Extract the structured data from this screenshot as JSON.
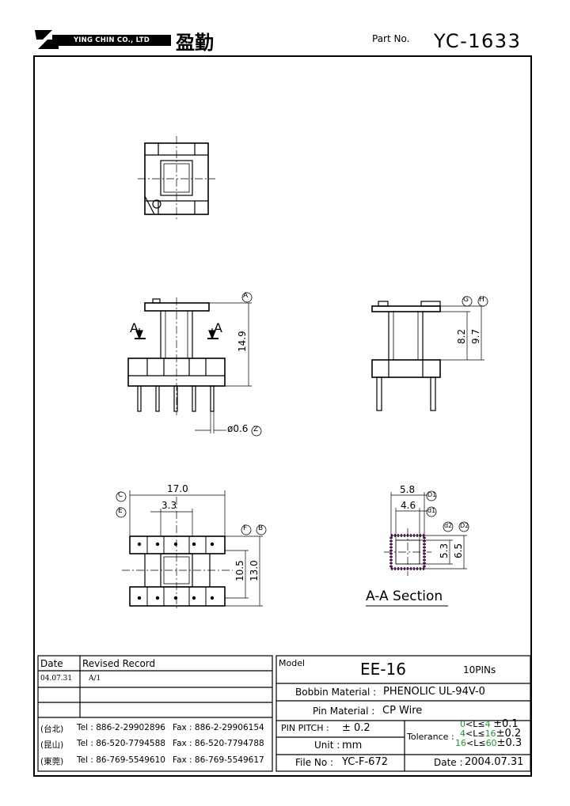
{
  "header": {
    "company": "YING CHIN CO., LTD",
    "company_cn": "盈勤",
    "part_no_label": "Part No.",
    "part_no_value": "YC-1633"
  },
  "dims": {
    "a": "A",
    "h149": "14.9",
    "phi06": "ø0.6",
    "z": "Z",
    "h82": "8.2",
    "h97": "9.7",
    "g": "G",
    "hh": "H",
    "w170": "17.0",
    "w33": "3.3",
    "c": "C",
    "e": "E",
    "f": "F",
    "b": "B",
    "h105": "10.5",
    "h130": "13.0",
    "w58": "5.8",
    "w46": "4.6",
    "D1": "D1",
    "d1": "d1",
    "d2": "d2",
    "D2": "D2",
    "h53": "5.3",
    "h65": "6.5",
    "section": "A-A Section"
  },
  "revision": {
    "date_header": "Date",
    "record_header": "Revised Record",
    "rows": [
      {
        "date": "04.07.31",
        "record": "A/1"
      }
    ]
  },
  "contacts": [
    {
      "loc": "(台北)",
      "tel": "Tel : 886-2-29902896",
      "fax": "Fax : 886-2-29906154"
    },
    {
      "loc": "(昆山)",
      "tel": "Tel : 86-520-7794588",
      "fax": "Fax : 86-520-7794788"
    },
    {
      "loc": "(東莞)",
      "tel": "Tel : 86-769-5549610",
      "fax": "Fax : 86-769-5549617"
    }
  ],
  "spec": {
    "model_label": "Model",
    "model_value": "EE-16",
    "pins": "10PINs",
    "bobbin_label": "Bobbin  Material :",
    "bobbin_value": "PHENOLIC UL-94V-0",
    "pin_label": "Pin  Material :",
    "pin_value": "CP Wire",
    "pitch_label": "PIN  PITCH :",
    "pitch_value": "± 0.2",
    "unit_label": "Unit :",
    "unit_value": "mm",
    "file_label": "File  No :",
    "file_value": "YC-F-672",
    "date_label": "Date :",
    "date_value": "2004.07.31",
    "tolerance_label": "Tolerance :",
    "tol": [
      {
        "lo": "0",
        "mid": "<L≤",
        "hi": "4",
        "val": "±0.1"
      },
      {
        "lo": "4",
        "mid": "<L≤",
        "hi": "16",
        "val": "±0.2"
      },
      {
        "lo": "16",
        "mid": "<L≤",
        "hi": "60",
        "val": "±0.3"
      }
    ]
  },
  "colors": {
    "accent_green": "#1a9a2a",
    "section_hatch": "#8b2a8b"
  }
}
